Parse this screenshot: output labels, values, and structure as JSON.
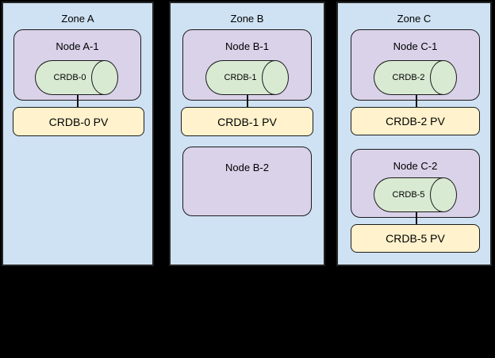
{
  "diagram": {
    "description": "Three availability zones containing Kubernetes nodes with CockroachDB pods (cylinders) attached to persistent volumes",
    "colors": {
      "background": "#000000",
      "zone_fill": "#cfe2f3",
      "node_fill": "#d9d2e9",
      "pod_fill": "#d9ead3",
      "pv_fill": "#fff2cc",
      "border": "#1b1b1b"
    }
  },
  "zones": [
    {
      "label": "Zone A",
      "nodes": [
        {
          "label": "Node A-1",
          "pod": "CRDB-0",
          "pv": "CRDB-0 PV"
        }
      ]
    },
    {
      "label": "Zone B",
      "nodes": [
        {
          "label": "Node B-1",
          "pod": "CRDB-1",
          "pv": "CRDB-1 PV"
        },
        {
          "label": "Node B-2"
        }
      ]
    },
    {
      "label": "Zone C",
      "nodes": [
        {
          "label": "Node C-1",
          "pod": "CRDB-2",
          "pv": "CRDB-2 PV"
        },
        {
          "label": "Node C-2",
          "pod": "CRDB-5",
          "pv": "CRDB-5 PV"
        }
      ]
    }
  ]
}
